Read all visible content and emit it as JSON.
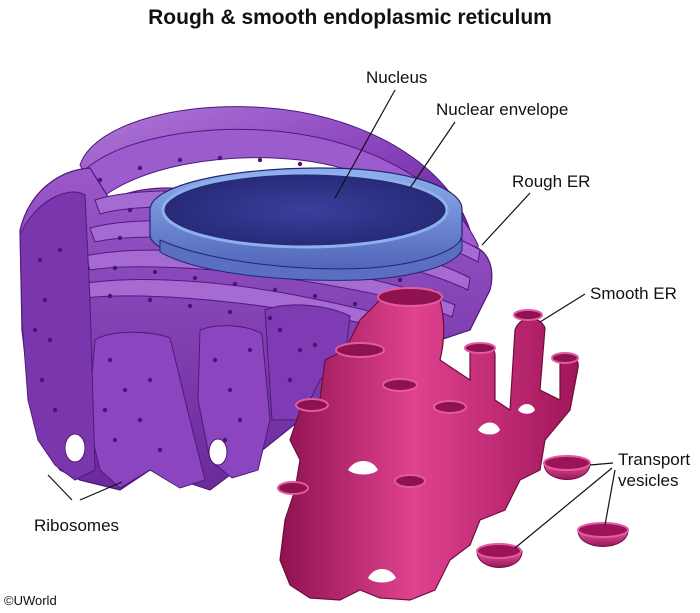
{
  "title": "Rough & smooth endoplasmic reticulum",
  "labels": {
    "nucleus": "Nucleus",
    "nuclear_envelope": "Nuclear envelope",
    "rough_er": "Rough ER",
    "smooth_er": "Smooth ER",
    "transport_vesicles_line1": "Transport",
    "transport_vesicles_line2": "vesicles",
    "ribosomes": "Ribosomes"
  },
  "copyright": "©UWorld",
  "colors": {
    "rough_er_light": "#a56ad0",
    "rough_er": "#8b45bf",
    "rough_er_dark": "#5c1f8c",
    "ribosome": "#4a1570",
    "nucleus_light": "#6f8fd8",
    "nucleus": "#3a3f9e",
    "nucleus_dark": "#23266e",
    "smooth_er_light": "#e45aa0",
    "smooth_er": "#c8246f",
    "smooth_er_dark": "#7e0f44"
  }
}
